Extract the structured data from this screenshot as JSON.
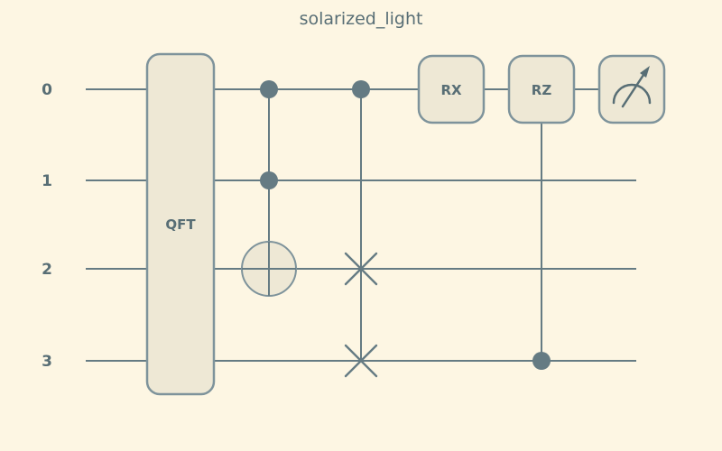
{
  "title": "solarized_light",
  "colors": {
    "background": "#fdf6e3",
    "gate_fill": "#eee8d5",
    "border": "#7e939b",
    "wire": "#657b83",
    "dot": "#657b83",
    "text": "#586e75"
  },
  "qubits": [
    {
      "label": "0"
    },
    {
      "label": "1"
    },
    {
      "label": "2"
    },
    {
      "label": "3"
    }
  ],
  "gates": {
    "qft": {
      "label": "QFT",
      "qubits": [
        0,
        1,
        2,
        3
      ]
    },
    "toffoli": {
      "controls": [
        0,
        1
      ],
      "target": 2
    },
    "controlled_swap": {
      "control": 0,
      "targets": [
        2,
        3
      ]
    },
    "rx": {
      "label": "RX",
      "qubit": 0
    },
    "rz": {
      "label": "RZ",
      "qubit": 0,
      "control": 3
    },
    "measure": {
      "qubit": 0
    }
  }
}
